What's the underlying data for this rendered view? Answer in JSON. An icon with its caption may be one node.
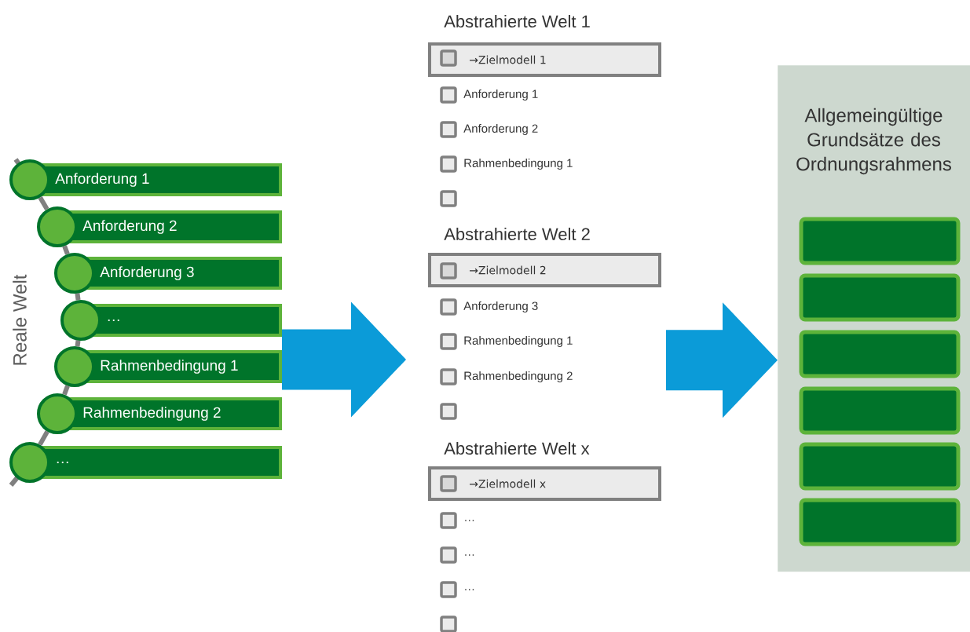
{
  "diagram": {
    "nodes": [
      {
        "text": [
          "Anforderung 1"
        ]
      },
      {
        "text": [
          "Anforderung 2"
        ]
      },
      {
        "text": [
          "Anforderung 3"
        ]
      },
      {
        "text": [
          "…"
        ]
      },
      {
        "text": [
          "Rahmenbedingung 1"
        ]
      },
      {
        "text": [
          "Rahmenbedingung 2"
        ]
      },
      {
        "text": [
          "…"
        ]
      },
      {
        "text": [
          "→Zielmodell 1"
        ]
      },
      {
        "text": [
          "→Zielmodell 2"
        ]
      },
      {
        "text": [
          "→Zielmodell x"
        ]
      },
      {
        "text": [
          "Allgemeingültige Grundsätze des Ordnungsrahmens"
        ]
      },
      {
        "text": [],
        "shape": "box",
        "in": 10
      },
      {
        "text": [],
        "shape": "box",
        "in": 10
      },
      {
        "text": [],
        "shape": "box",
        "in": 10
      },
      {
        "text": [],
        "shape": "box",
        "in": 10
      },
      {
        "text": [],
        "shape": "box",
        "in": 10
      },
      {
        "text": [],
        "shape": "box",
        "in": 10
      }
    ],
    "edges": [
      {
        "from": 0,
        "to": 1,
        "arrow": "none"
      },
      {
        "from": 1,
        "to": 2,
        "arrow": "none"
      },
      {
        "from": 2,
        "to": 3,
        "arrow": "none"
      },
      {
        "from": 3,
        "to": 4,
        "arrow": "none"
      },
      {
        "from": 4,
        "to": 5,
        "arrow": "none"
      },
      {
        "from": 5,
        "to": 6,
        "arrow": "none"
      },
      {
        "from": 4,
        "to": null,
        "arrow": "to",
        "style": "thick",
        "color": "#0b9bd8"
      },
      {
        "from": null,
        "to": 10,
        "arrow": "to",
        "style": "thick",
        "color": "#0b9bd8"
      }
    ],
    "labels": [
      "Reale Welt",
      "Abstrahierte Welt 1",
      "Anforderung 1",
      "Anforderung 2",
      "Rahmenbedingung 1",
      "Abstrahierte Welt 2",
      "Anforderung 3",
      "Rahmenbedingung 1",
      "Rahmenbedingung 2",
      "Abstrahierte Welt x",
      "…",
      "…",
      "…"
    ]
  }
}
